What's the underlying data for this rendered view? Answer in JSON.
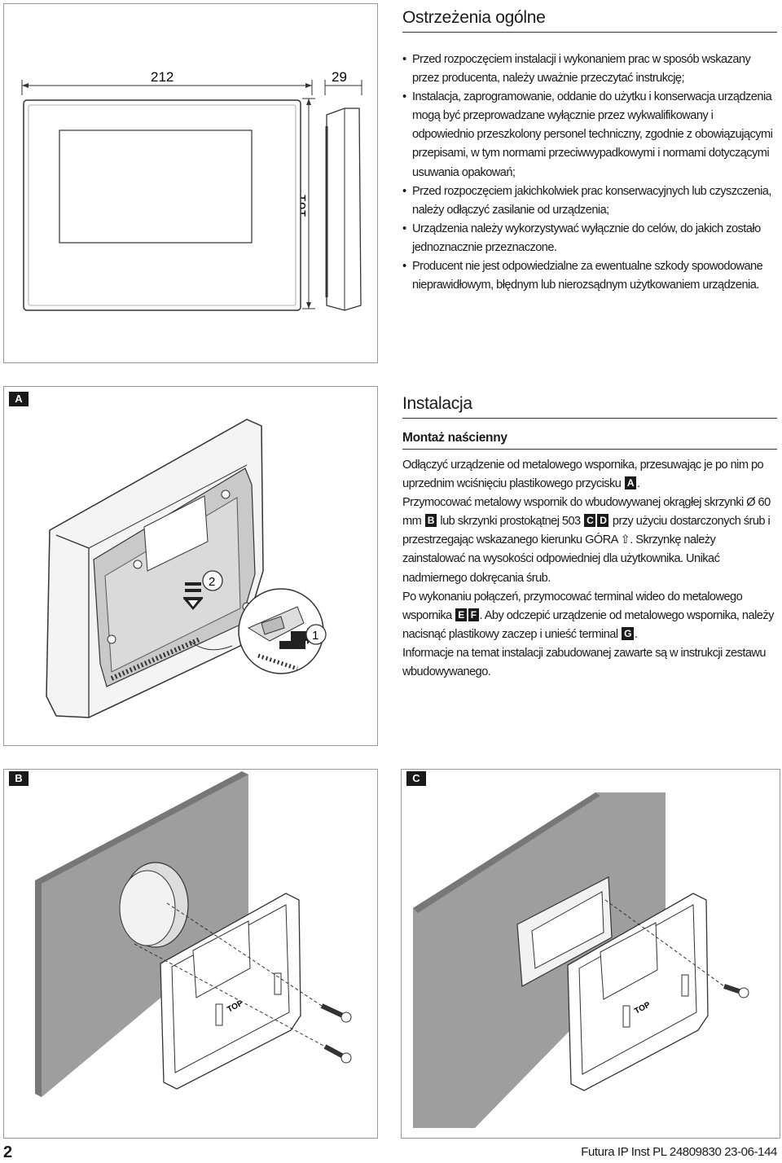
{
  "section1": {
    "title": "Ostrzeżenia ogólne",
    "dims": {
      "width": "212",
      "depth": "29",
      "height": "161"
    },
    "bullets": [
      "Przed rozpoczęciem instalacji i wykonaniem prac w sposób wskazany przez producenta, należy uważnie przeczytać instrukcję;",
      "Instalacja, zaprogramowanie, oddanie do użytku i konserwacja urządzenia mogą być przeprowadzane wyłącznie przez wykwalifikowany i odpowiednio przeszkolony personel techniczny, zgodnie z obowiązującymi przepisami, w tym normami przeciwwypadkowymi i normami dotyczącymi usuwania opakowań;",
      "Przed rozpoczęciem jakichkolwiek prac konserwacyjnych lub czyszczenia, należy odłączyć zasilanie od urządzenia;",
      "Urządzenia należy wykorzystywać wyłącznie do celów, do jakich zostało jednoznacznie przeznaczone.",
      "Producent nie jest odpowiedzialne za ewentualne szkody spowodowane nieprawidłowym, błędnym lub nierozsądnym użytkowaniem urządzenia."
    ]
  },
  "section2": {
    "figure_tag": "A",
    "title": "Instalacja",
    "subtitle": "Montaż naścienny",
    "callouts": {
      "one": "1",
      "two": "2"
    },
    "p1_a": "Odłączyć urządzenie od metalowego wspornika, przesuwając je po nim po uprzednim wciśnięciu plastikowego przycisku",
    "p1_tag": "A",
    "p1_b": ".",
    "p2_a": "Przymocować metalowy wspornik do wbudowywanej okrągłej skrzynki Ø 60 mm",
    "p2_tag1": "B",
    "p2_b": "lub skrzynki prostokątnej 503",
    "p2_tag2": "C",
    "p2_tag3": "D",
    "p2_c": "przy użyciu dostarczonych śrub i przestrzegając wskazanego kierunku GÓRA",
    "p2_arrow": "⇧",
    "p2_d": ". Skrzynkę należy zainstalować na wysokości odpowiedniej dla użytkownika. Unikać nadmiernego dokręcania śrub.",
    "p3_a": "Po wykonaniu połączeń, przymocować terminal wideo do metalowego wspornika",
    "p3_tag1": "E",
    "p3_tag2": "F",
    "p3_b": ". Aby odczepić urządzenie od metalowego wspornika, należy nacisnąć plastikowy zaczep i unieść terminal",
    "p3_tag3": "G",
    "p3_c": ".",
    "p4": "Informacje na temat instalacji zabudowanej zawarte są w instrukcji zestawu wbudowywanego."
  },
  "figB": {
    "tag": "B",
    "top_label": "TOP"
  },
  "figC": {
    "tag": "C",
    "top_label": "TOP"
  },
  "footer": {
    "page": "2",
    "doc": "Futura IP Inst PL 24809830 23-06-144"
  }
}
